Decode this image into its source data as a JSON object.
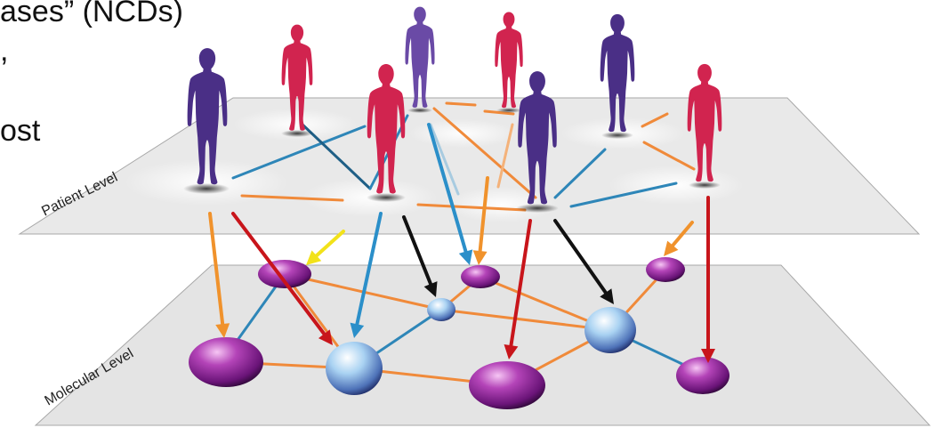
{
  "slide_text": {
    "line1": "ases” (NCDs)",
    "line2": ",",
    "line3": "ost"
  },
  "diagram": {
    "patient_layer_label": "Patient Level",
    "molecular_layer_label": "Molecular Level",
    "icons": {
      "person": "person-silhouette-icon",
      "molecule": "molecule-node-icon"
    },
    "colors": {
      "male": "#4a2f86",
      "female": "#d1244f",
      "edge_orange": "#f08a3a",
      "edge_blue": "#2e86b8",
      "arrow_red": "#c8151b",
      "arrow_orange": "#f0922c",
      "arrow_blue": "#2b8fc9",
      "arrow_black": "#111111",
      "arrow_yellow": "#f2e21a",
      "node_purple": "#8a1f9a",
      "node_blue": "#7fb6e6"
    }
  }
}
